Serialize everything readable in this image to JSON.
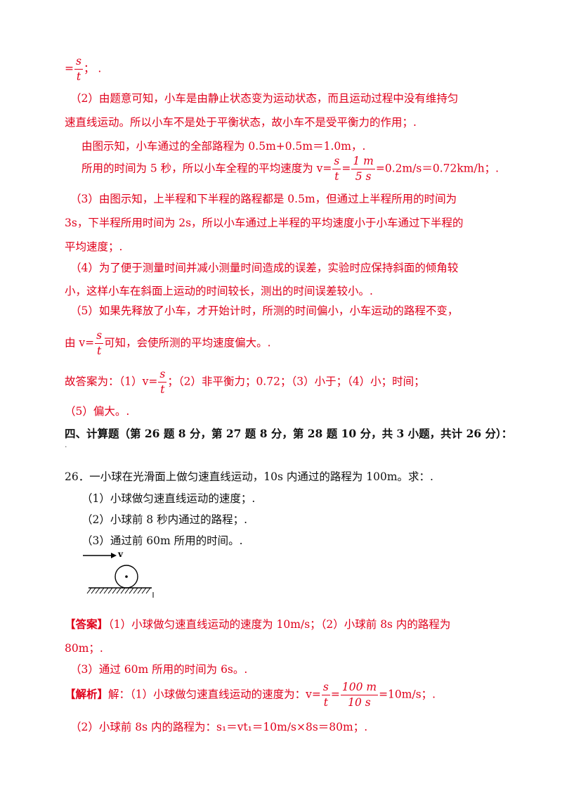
{
  "page": {
    "l1": {
      "pre": "=",
      "num": "s",
      "den": "t",
      "post": "； ."
    },
    "l2": "（2）由题意可知，小车是由静止状态变为运动状态，而且运动过程中没有维持匀",
    "l3": "速直线运动。所以小车不是处于平衡状态，故小车不是受平衡力的作用；.",
    "l4": "由图示知，小车通过的全部路程为 0.5m+0.5m＝1.0m，.",
    "l5": {
      "pre": "所用的时间为 5 秒，所以小车全程的平均速度为 v=",
      "f1num": "s",
      "f1den": "t",
      "eq": "=",
      "f2num": "1 m",
      "f2den": "5 s",
      "post": "=0.2m/s＝0.72km/h；."
    },
    "l6": "（3）由图示知，上半程和下半程的路程都是 0.5m，但通过上半程所用的时间为",
    "l7": "3s，下半程所用时间为 2s，所以小车通过上半程的平均速度小于小车通过下半程的",
    "l8": "平均速度；.",
    "l9": "（4）为了便于测量时间并减小测量时间造成的误差，实验时应保持斜面的倾角较",
    "l10": "小，这样小车在斜面上运动的时间较长，测出的时间误差较小。.",
    "l11": "（5）如果先释放了小车，才开始计时，所测的时间偏小，小车运动的路程不变，",
    "l12": {
      "pre": "由 v=",
      "num": "s",
      "den": "t",
      "post": "可知，会使所测的平均速度偏大。."
    },
    "l13": {
      "pre": "故答案为：（1）v=",
      "num": "s",
      "den": "t",
      "post": "；（2）非平衡力；0.72；（3）小于；（4）小；时间；"
    },
    "l14": "（5）偏大。.",
    "section": "四、计算题（第 26 题 8 分，第 27 题 8 分，第 28 题 10 分，共 3 小题，共计 26 分）：",
    "q26": "26．一小球在光滑面上做匀速直线运动，10s 内通过的路程为 100m。求：.",
    "q26_1": "（1）小球做匀速直线运动的速度；.",
    "q26_2": "（2）小球前 8 秒内通过的路程；.",
    "q26_3": "（3）通过前 60m 所用的时间。.",
    "fig_v": "v",
    "ans_tag": "【答案】",
    "ans1": "（1）小球做匀速直线运动的速度为 10m/s；（2）小球前 8s 内的路程为",
    "ans2": "80m；.",
    "ans3": "（3）通过 60m 所用的时间为 6s。.",
    "jx": {
      "tag": "【解析】",
      "pre": "解：（1）小球做匀速直线运动的速度为：v=",
      "f1num": "s",
      "f1den": "t",
      "eq": "=",
      "f2num": "100 m",
      "f2den": "10 s",
      "post": "=10m/s；."
    },
    "jx2": "（2）小球前 8s 内的路程为：s₁＝vt₁＝10m/s×8s＝80m；."
  }
}
